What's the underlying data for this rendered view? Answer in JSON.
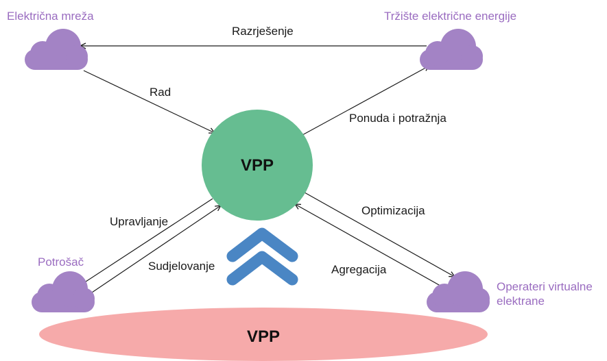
{
  "nodes": {
    "grid": "Električna mreža",
    "market": "Tržište električne energije",
    "consumer": "Potrošač",
    "operators_line1": "Operateri virtualne",
    "operators_line2": "elektrane",
    "vpp_center": "VPP",
    "vpp_base": "VPP"
  },
  "edges": {
    "settlement": "Razrješenje",
    "operation": "Rad",
    "supply_demand": "Ponuda i potražnja",
    "management": "Upravljanje",
    "participation": "Sudjelovanje",
    "optimization": "Optimizacija",
    "aggregation": "Agregacija"
  },
  "colors": {
    "cloud": "#a383c5",
    "vpp_circle": "#66bd91",
    "base_ellipse": "#f6aaaa",
    "chevrons": "#4a86c4",
    "node_text": "#9a6cc0",
    "arrows": "#1a1a1a"
  },
  "icons": {
    "cloud": "cloud-icon",
    "chevrons": "double-chevron-up-icon"
  }
}
